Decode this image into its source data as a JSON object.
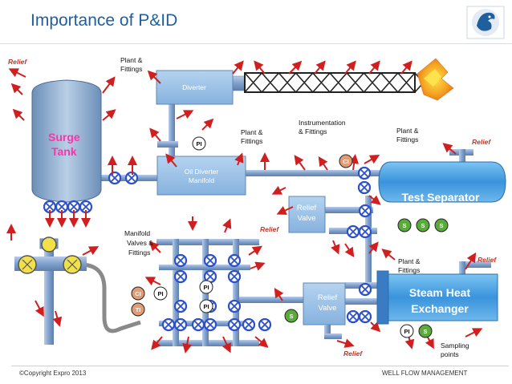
{
  "title": "Importance of P&ID",
  "footer": {
    "copyright": "©Copyright Expro 2013",
    "brand": "WELL FLOW MANAGEMENT"
  },
  "equipment": {
    "surge_tank": [
      "Surge",
      "Tank"
    ],
    "diverter": "Diverter",
    "oil_diverter_manifold": [
      "Oil Diverter",
      "Manifold"
    ],
    "test_separator": "Test Separator",
    "relief_valve_1": [
      "Relief",
      "Valve"
    ],
    "relief_valve_2": [
      "Relief",
      "Valve"
    ],
    "steam_heat_exchanger": [
      "Steam Heat",
      "Exchanger"
    ]
  },
  "callouts": {
    "relief_top_left": "Relief",
    "plant_fittings_top": [
      "Plant &",
      "Fittings"
    ],
    "plant_fittings_mid": [
      "Plant &",
      "Fittings"
    ],
    "instrumentation_fittings": [
      "Instrumentation",
      "& Fittings"
    ],
    "plant_fittings_right": [
      "Plant &",
      "Fittings"
    ],
    "relief_right_top": "Relief",
    "relief_mid": "Relief",
    "manifold_valves": [
      "Manifold",
      "Valves &",
      "Fittings"
    ],
    "plant_fittings_lower_right": [
      "Plant &",
      "Fittings"
    ],
    "relief_right_lower": "Relief",
    "relief_bottom": "Relief",
    "sampling_points": [
      "Sampling",
      "points"
    ]
  },
  "instrument_tags": {
    "pi": "PI",
    "ci": "CI",
    "ti": "TI",
    "s": "S"
  },
  "colors": {
    "title": "#1f5f9e",
    "pipe": "#7f9fcc",
    "vessel_blue": "#4aa3e6",
    "box_blue": "#9ec3e8",
    "valve_blue": "#2d50c9",
    "arrow_red": "#d11f1f",
    "relief_text": "#c0392b",
    "tag_green": "#5aaa3c",
    "tag_orange": "#e39b73"
  }
}
